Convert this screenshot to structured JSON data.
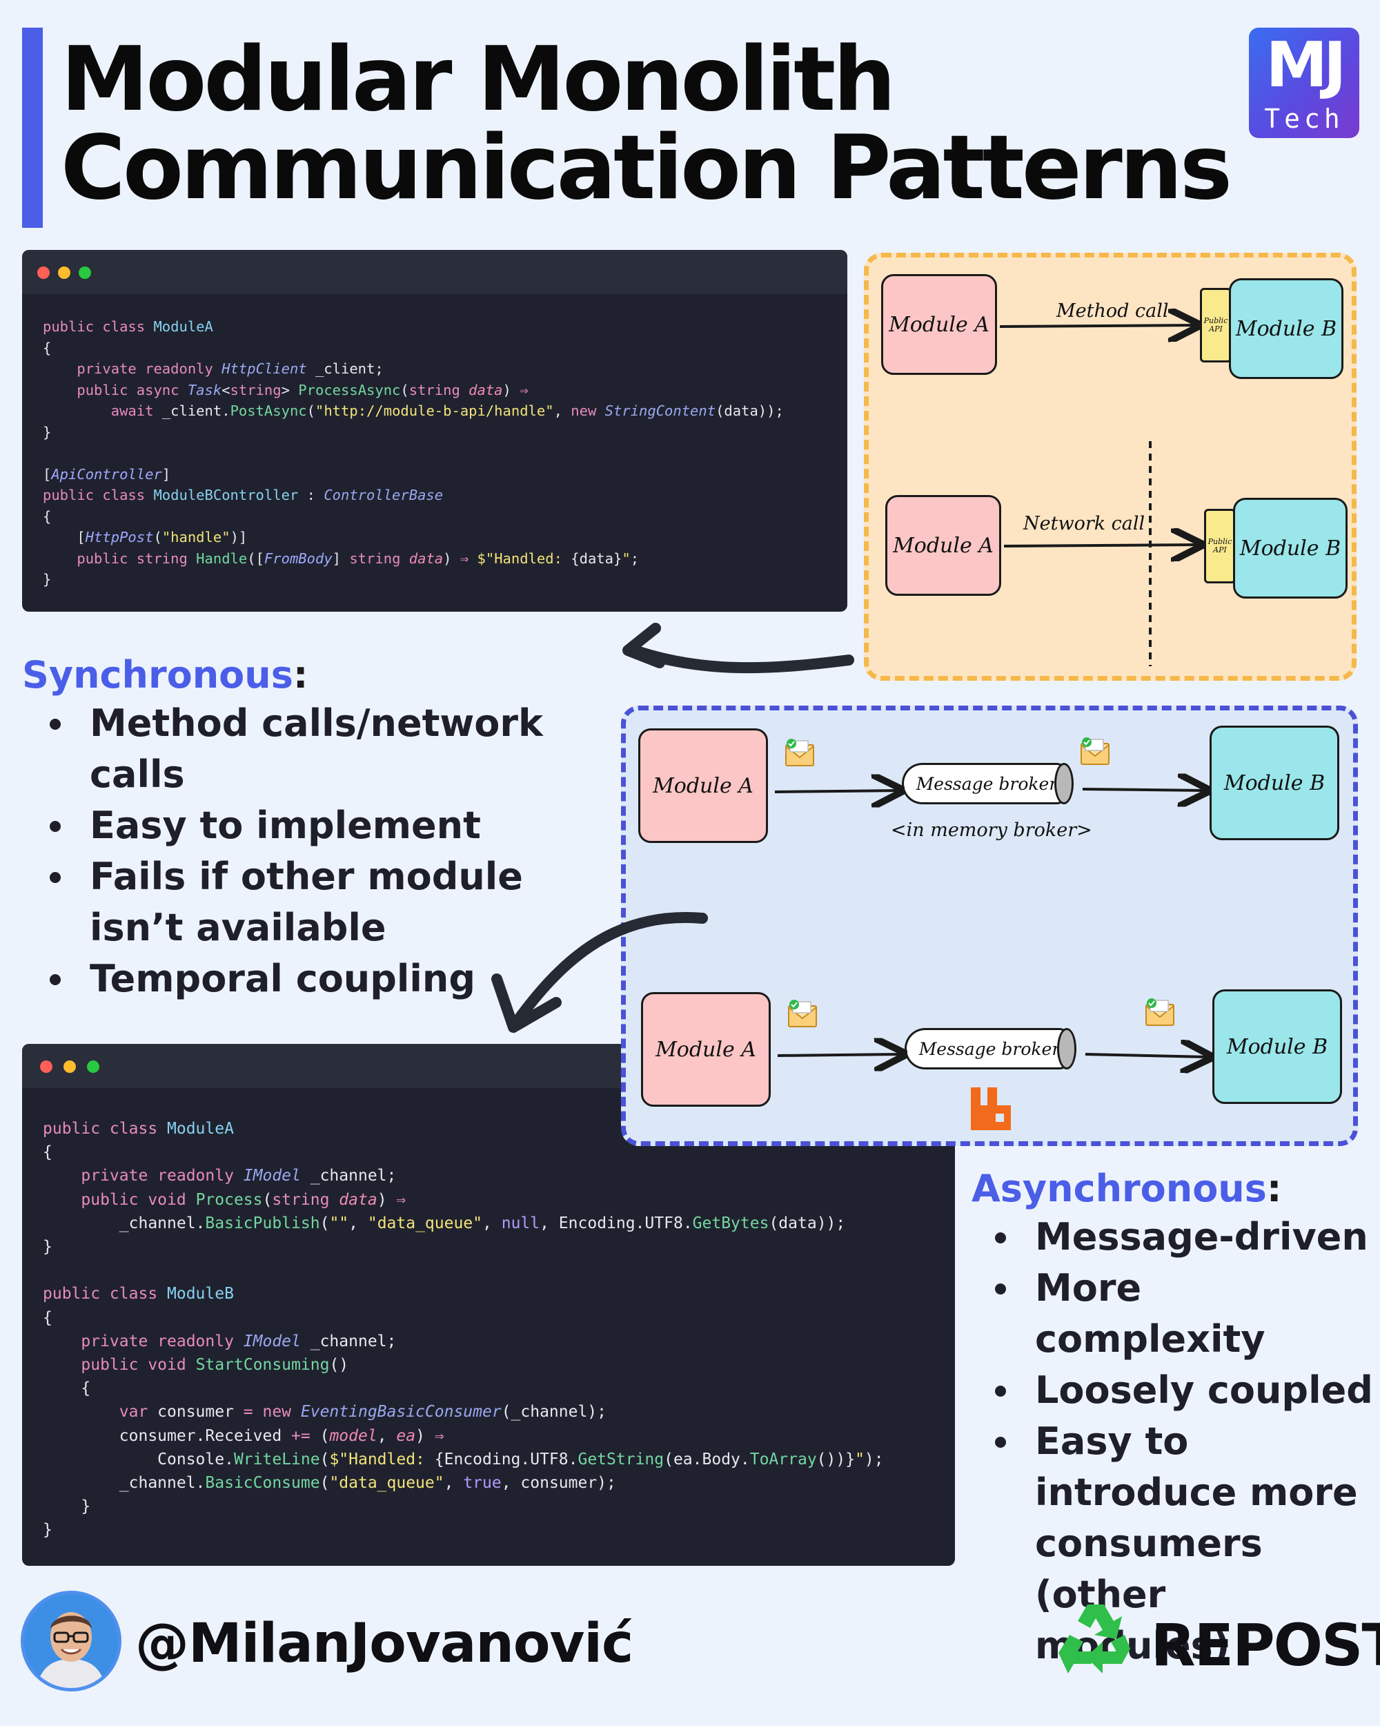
{
  "header": {
    "title_line1": "Modular Monolith",
    "title_line2": "Communication Patterns",
    "logo_main": "MJ",
    "logo_sub": "Tech"
  },
  "sync_code": {
    "lines": [
      [
        [
          "kw",
          "public class "
        ],
        [
          "cls",
          "ModuleA"
        ]
      ],
      [
        [
          "pl",
          "{"
        ]
      ],
      [
        [
          "pl",
          "    "
        ],
        [
          "kw",
          "private readonly "
        ],
        [
          "ty",
          "HttpClient"
        ],
        [
          "pl",
          " _client;"
        ]
      ],
      [
        [
          "pl",
          "    "
        ],
        [
          "kw",
          "public async "
        ],
        [
          "ty",
          "Task"
        ],
        [
          "pl",
          "<"
        ],
        [
          "kw",
          "string"
        ],
        [
          "pl",
          "> "
        ],
        [
          "fn",
          "ProcessAsync"
        ],
        [
          "pl",
          "("
        ],
        [
          "kw",
          "string "
        ],
        [
          "par",
          "data"
        ],
        [
          "pl",
          ") "
        ],
        [
          "kw",
          "⇒"
        ]
      ],
      [
        [
          "pl",
          "        "
        ],
        [
          "kw",
          "await "
        ],
        [
          "pl",
          "_client."
        ],
        [
          "fn",
          "PostAsync"
        ],
        [
          "pl",
          "("
        ],
        [
          "str",
          "\"http://module-b-api/handle\""
        ],
        [
          "pl",
          ", "
        ],
        [
          "kw",
          "new "
        ],
        [
          "ty",
          "StringContent"
        ],
        [
          "pl",
          "(data));"
        ]
      ],
      [
        [
          "pl",
          "}"
        ]
      ],
      [
        [
          "pl",
          ""
        ]
      ],
      [
        [
          "pl",
          "["
        ],
        [
          "at",
          "ApiController"
        ],
        [
          "pl",
          "]"
        ]
      ],
      [
        [
          "kw",
          "public class "
        ],
        [
          "cls",
          "ModuleBController"
        ],
        [
          "pl",
          " : "
        ],
        [
          "ty",
          "ControllerBase"
        ]
      ],
      [
        [
          "pl",
          "{"
        ]
      ],
      [
        [
          "pl",
          "    ["
        ],
        [
          "at",
          "HttpPost"
        ],
        [
          "pl",
          "("
        ],
        [
          "str",
          "\"handle\""
        ],
        [
          "pl",
          ")]"
        ]
      ],
      [
        [
          "pl",
          "    "
        ],
        [
          "kw",
          "public string "
        ],
        [
          "fn",
          "Handle"
        ],
        [
          "pl",
          "(["
        ],
        [
          "at",
          "FromBody"
        ],
        [
          "pl",
          "] "
        ],
        [
          "kw",
          "string "
        ],
        [
          "par",
          "data"
        ],
        [
          "pl",
          ") "
        ],
        [
          "kw",
          "⇒ "
        ],
        [
          "str",
          "$\"Handled: "
        ],
        [
          "pl",
          "{data}"
        ],
        [
          "str",
          "\""
        ],
        [
          "pl",
          ";"
        ]
      ],
      [
        [
          "pl",
          "}"
        ]
      ]
    ]
  },
  "async_code": {
    "lines": [
      [
        [
          "kw",
          "public class "
        ],
        [
          "cls",
          "ModuleA"
        ]
      ],
      [
        [
          "pl",
          "{"
        ]
      ],
      [
        [
          "pl",
          "    "
        ],
        [
          "kw",
          "private readonly "
        ],
        [
          "ty",
          "IModel"
        ],
        [
          "pl",
          " _channel;"
        ]
      ],
      [
        [
          "pl",
          "    "
        ],
        [
          "kw",
          "public void "
        ],
        [
          "fn",
          "Process"
        ],
        [
          "pl",
          "("
        ],
        [
          "kw",
          "string "
        ],
        [
          "par",
          "data"
        ],
        [
          "pl",
          ") "
        ],
        [
          "kw",
          "⇒"
        ]
      ],
      [
        [
          "pl",
          "        _channel."
        ],
        [
          "fn",
          "BasicPublish"
        ],
        [
          "pl",
          "("
        ],
        [
          "str",
          "\"\""
        ],
        [
          "pl",
          ", "
        ],
        [
          "str",
          "\"data_queue\""
        ],
        [
          "pl",
          ", "
        ],
        [
          "nl",
          "null"
        ],
        [
          "pl",
          ", Encoding.UTF8."
        ],
        [
          "fn",
          "GetBytes"
        ],
        [
          "pl",
          "(data));"
        ]
      ],
      [
        [
          "pl",
          "}"
        ]
      ],
      [
        [
          "pl",
          ""
        ]
      ],
      [
        [
          "kw",
          "public class "
        ],
        [
          "cls",
          "ModuleB"
        ]
      ],
      [
        [
          "pl",
          "{"
        ]
      ],
      [
        [
          "pl",
          "    "
        ],
        [
          "kw",
          "private readonly "
        ],
        [
          "ty",
          "IModel"
        ],
        [
          "pl",
          " _channel;"
        ]
      ],
      [
        [
          "pl",
          "    "
        ],
        [
          "kw",
          "public void "
        ],
        [
          "fn",
          "StartConsuming"
        ],
        [
          "pl",
          "()"
        ]
      ],
      [
        [
          "pl",
          "    {"
        ]
      ],
      [
        [
          "pl",
          "        "
        ],
        [
          "kw",
          "var "
        ],
        [
          "pl",
          "consumer "
        ],
        [
          "kw",
          "= new "
        ],
        [
          "ty",
          "EventingBasicConsumer"
        ],
        [
          "pl",
          "(_channel);"
        ]
      ],
      [
        [
          "pl",
          "        consumer.Received "
        ],
        [
          "kw",
          "+= "
        ],
        [
          "pl",
          "("
        ],
        [
          "par",
          "model"
        ],
        [
          "pl",
          ", "
        ],
        [
          "par",
          "ea"
        ],
        [
          "pl",
          ") "
        ],
        [
          "kw",
          "⇒"
        ]
      ],
      [
        [
          "pl",
          "            Console."
        ],
        [
          "fn",
          "WriteLine"
        ],
        [
          "pl",
          "("
        ],
        [
          "str",
          "$\"Handled: "
        ],
        [
          "pl",
          "{Encoding.UTF8."
        ],
        [
          "fn",
          "GetString"
        ],
        [
          "pl",
          "(ea.Body."
        ],
        [
          "fn",
          "ToArray"
        ],
        [
          "pl",
          "())}"
        ],
        [
          "str",
          "\""
        ],
        [
          "pl",
          ");"
        ]
      ],
      [
        [
          "pl",
          "        _channel."
        ],
        [
          "fn",
          "BasicConsume"
        ],
        [
          "pl",
          "("
        ],
        [
          "str",
          "\"data_queue\""
        ],
        [
          "pl",
          ", "
        ],
        [
          "nl",
          "true"
        ],
        [
          "pl",
          ", consumer);"
        ]
      ],
      [
        [
          "pl",
          "    }"
        ]
      ],
      [
        [
          "pl",
          "}"
        ]
      ]
    ]
  },
  "sync_diagram": {
    "top": {
      "module_a": "Module A",
      "module_b": "Module B",
      "arrow_label": "Method call",
      "api_label": "Public API"
    },
    "bottom": {
      "module_a": "Module A",
      "module_b": "Module B",
      "arrow_label": "Network call",
      "api_label": "Public API"
    }
  },
  "async_diagram": {
    "top": {
      "module_a": "Module A",
      "module_b": "Module B",
      "broker": "Message broker",
      "caption": "<in memory broker>"
    },
    "bottom": {
      "module_a": "Module A",
      "module_b": "Module B",
      "broker": "Message broker"
    }
  },
  "synchronous": {
    "heading": "Synchronous",
    "colon": ":",
    "bullets": [
      {
        "line1": "Method calls/network",
        "line2": "calls"
      },
      {
        "line1": "Easy to implement",
        "line2": ""
      },
      {
        "line1": "Fails if other module",
        "line2": "isn’t available"
      },
      {
        "line1": "Temporal coupling",
        "line2": ""
      }
    ]
  },
  "asynchronous": {
    "heading": "Asynchronous",
    "colon": ":",
    "bullets": [
      {
        "line1": "Message-driven",
        "line2": "",
        "line3": "",
        "line4": ""
      },
      {
        "line1": "More complexity",
        "line2": "",
        "line3": "",
        "line4": ""
      },
      {
        "line1": "Loosely coupled",
        "line2": "",
        "line3": "",
        "line4": ""
      },
      {
        "line1": "Easy to",
        "line2": "introduce more",
        "line3": "consumers",
        "line4": "(other modules)"
      }
    ]
  },
  "footer": {
    "handle": "@MilanJovanović",
    "repost": "REPOST"
  },
  "colors": {
    "accent": "#4a5ee8",
    "module_a": "#fcc6c6",
    "module_b": "#9ae6ea",
    "sync_panel": "#fde5c4",
    "async_panel": "#dce8f7",
    "recycle": "#2fbf4a",
    "rabbitmq": "#f26a1b"
  },
  "icons": [
    "mj-tech-logo",
    "envelope-check-icon",
    "rabbitmq-icon",
    "recycle-icon",
    "avatar"
  ]
}
